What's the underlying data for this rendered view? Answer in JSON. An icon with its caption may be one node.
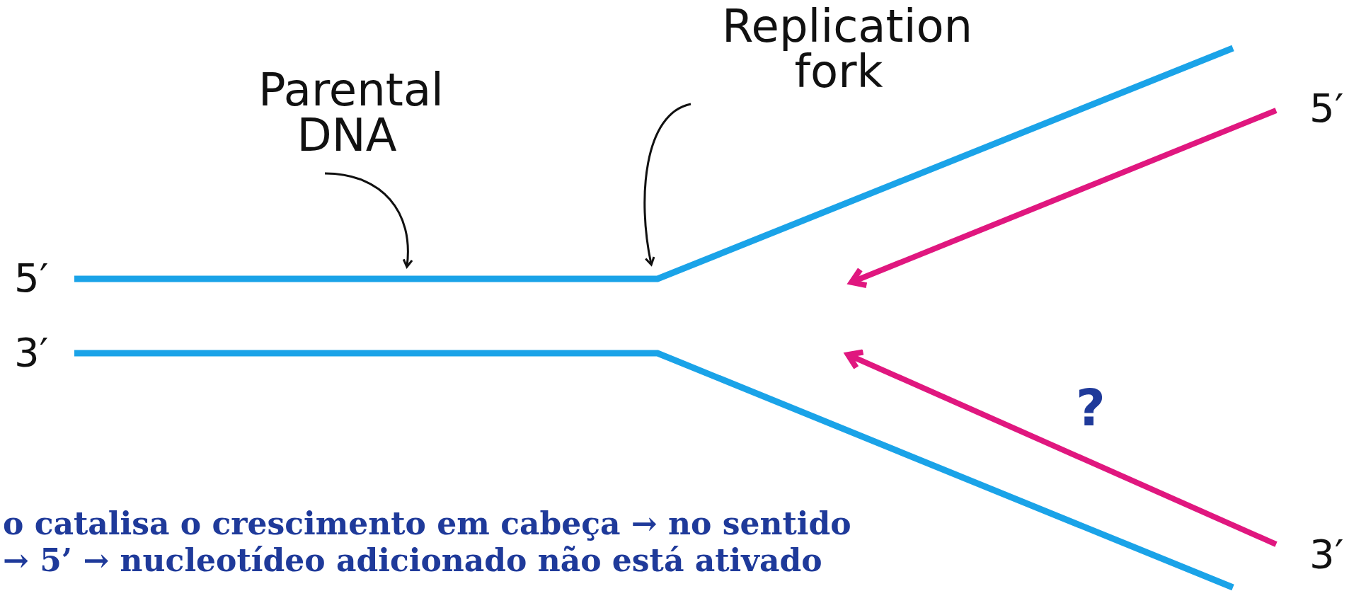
{
  "diagram": {
    "nodes": [
      {
        "text": [
          "Parental DNA"
        ]
      },
      {
        "text": [
          "Replication fork"
        ]
      }
    ],
    "edges": [
      {
        "from": 0,
        "to": null,
        "arrow": "to"
      },
      {
        "from": 1,
        "to": null,
        "arrow": "to"
      }
    ],
    "labels": [
      "5′",
      "5′",
      "3′",
      "?",
      "3′",
      "o catalisa o crescimento em cabeça → no sentido",
      "→ 5’ → nucleotídeo adicionado não está ativado"
    ]
  }
}
